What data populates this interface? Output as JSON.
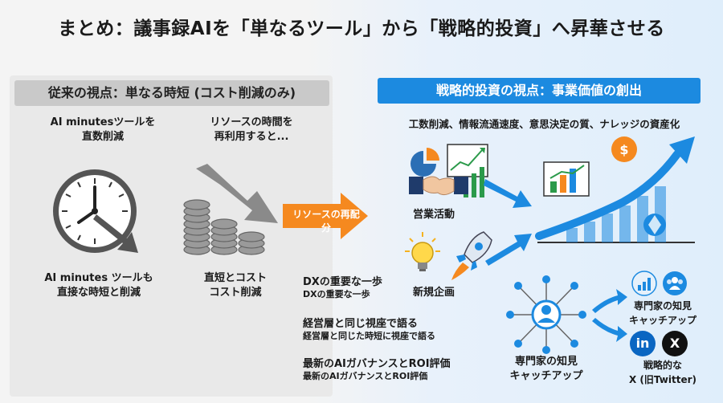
{
  "title": "まとめ：議事録AIを「単なるツール」から「戦略的投資」へ昇華させる",
  "left": {
    "header": "従来の視点：単なる時短 (コスト削減のみ)",
    "col1_top": [
      "AI minutesツールを",
      "直数削減"
    ],
    "col2_top": [
      "リソースの時間を",
      "再利用すると..."
    ],
    "col1_bottom": [
      "AI minutes ツールも",
      "直接な時短と削減"
    ],
    "col2_bottom": [
      "直短とコスト",
      "コスト削減"
    ]
  },
  "arrow_label": "リソースの再配分",
  "right": {
    "header": "戦略的投資の視点：事業価値の創出",
    "subtitle": "工数削減、情報流通速度、意思決定の質、ナレッジの資産化",
    "sales_label": "営業活動",
    "planning_label": "新規企画",
    "points": [
      {
        "main": "DXの重要な一歩",
        "sub": "DXの重要な一歩"
      },
      {
        "main": "経営層と同じ視座で語る",
        "sub": "経営層と同じた時短に視座で語る"
      },
      {
        "main": "最新のAIガバナンスとROI評価",
        "sub": "最新のAIガバナンスとROI評価"
      }
    ],
    "expert_label": [
      "専門家の知見",
      "キャッチアップ"
    ],
    "expert_label2": [
      "専門家の知見",
      "キャッチアップ"
    ],
    "sns_label": [
      "戦略的な",
      "X (旧Twitter)"
    ],
    "linkedin_text": "in",
    "x_text": "X",
    "dollar": "$"
  },
  "colors": {
    "accent_blue": "#1c8ae0",
    "orange": "#f5891f",
    "header_gray": "#c9c9c9",
    "panel_gray": "#e9e9e9"
  },
  "icons": [
    "clock-icon",
    "coins-icon",
    "down-arrow-icon",
    "handshake-icon",
    "bar-chart-icon",
    "lightbulb-icon",
    "rocket-icon",
    "network-icon",
    "growth-chart-icon",
    "linkedin-icon",
    "x-icon",
    "people-icon"
  ]
}
